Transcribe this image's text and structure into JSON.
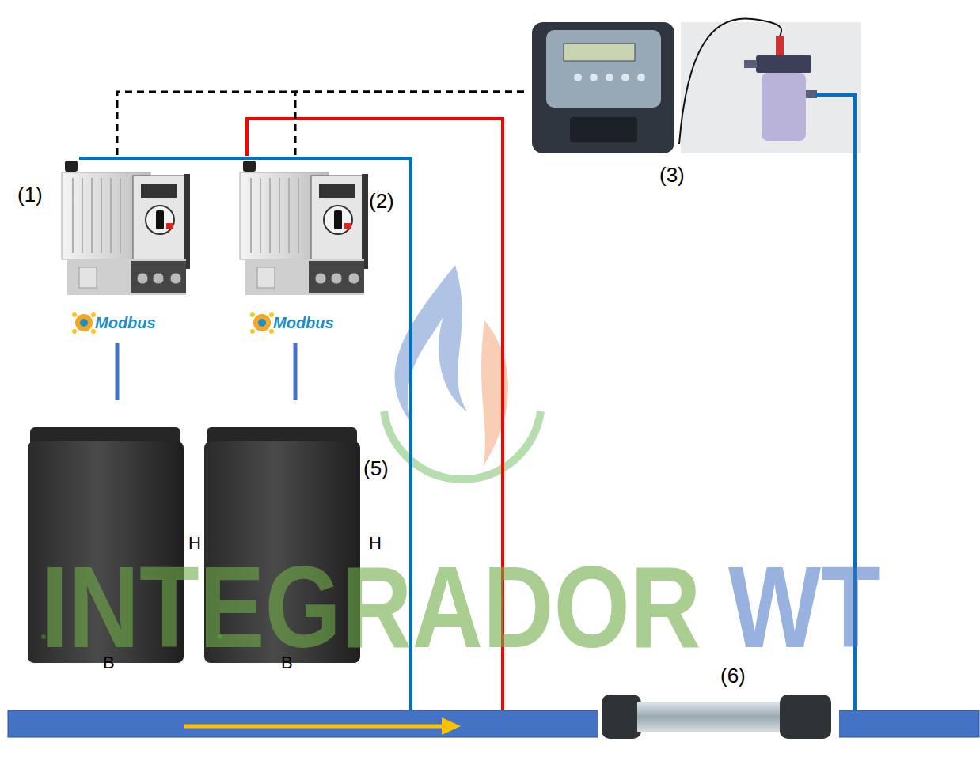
{
  "diagram": {
    "nodes": [
      {
        "text": [
          "(1)",
          "Modbus"
        ]
      },
      {
        "text": [
          "(2)",
          "Modbus"
        ]
      },
      {
        "text": [
          "(3)"
        ]
      },
      {
        "text": [
          "H",
          "B"
        ]
      },
      {
        "text": [
          "H",
          "B"
        ]
      },
      {
        "text": [
          "(6)"
        ]
      }
    ],
    "edges": [
      {
        "from": 2,
        "to": 0,
        "arrow": "none"
      },
      {
        "from": 2,
        "to": 1,
        "arrow": "none"
      },
      {
        "from": 0,
        "to": 3,
        "arrow": "none"
      },
      {
        "from": 1,
        "to": 4,
        "arrow": "none"
      }
    ],
    "labels": [
      "(5)",
      "INTEGRADOR WT"
    ]
  }
}
